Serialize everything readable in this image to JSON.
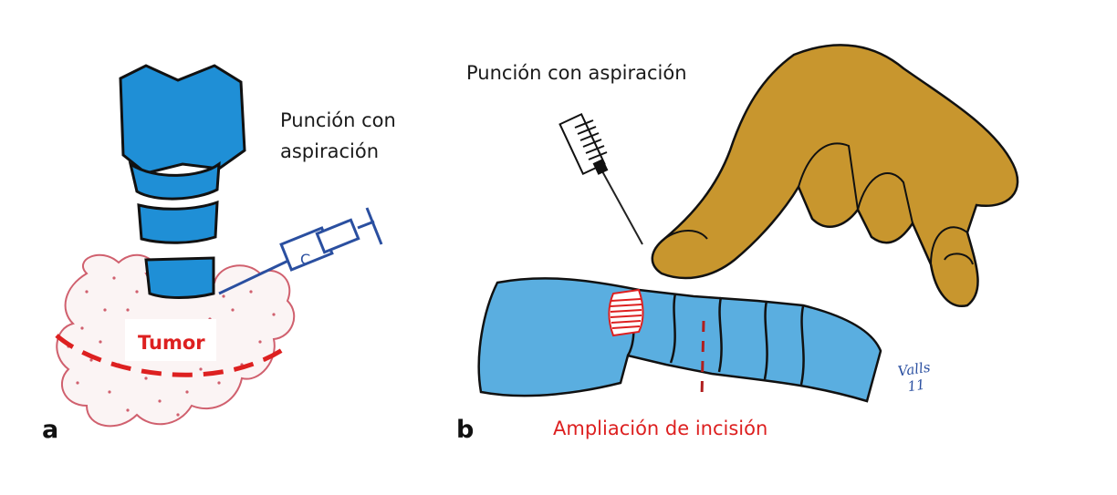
{
  "panels": [
    {
      "letter": "a",
      "puncion_label": "Punción con aspiración",
      "tumor_label": "Tumor"
    },
    {
      "letter": "b",
      "puncion_label": "Punción con aspiración",
      "incision_label": "Ampliación de incisión"
    }
  ],
  "signature": {
    "line1": "Valls",
    "line2": "11"
  },
  "colors": {
    "trachea_blue": "#1f8fd6",
    "tube_blue": "#5aaee0",
    "hand_ochre": "#c8962e",
    "tumor_outline": "#d0606e",
    "incision_red": "#dd2020",
    "ink": "#1a1a1a"
  }
}
